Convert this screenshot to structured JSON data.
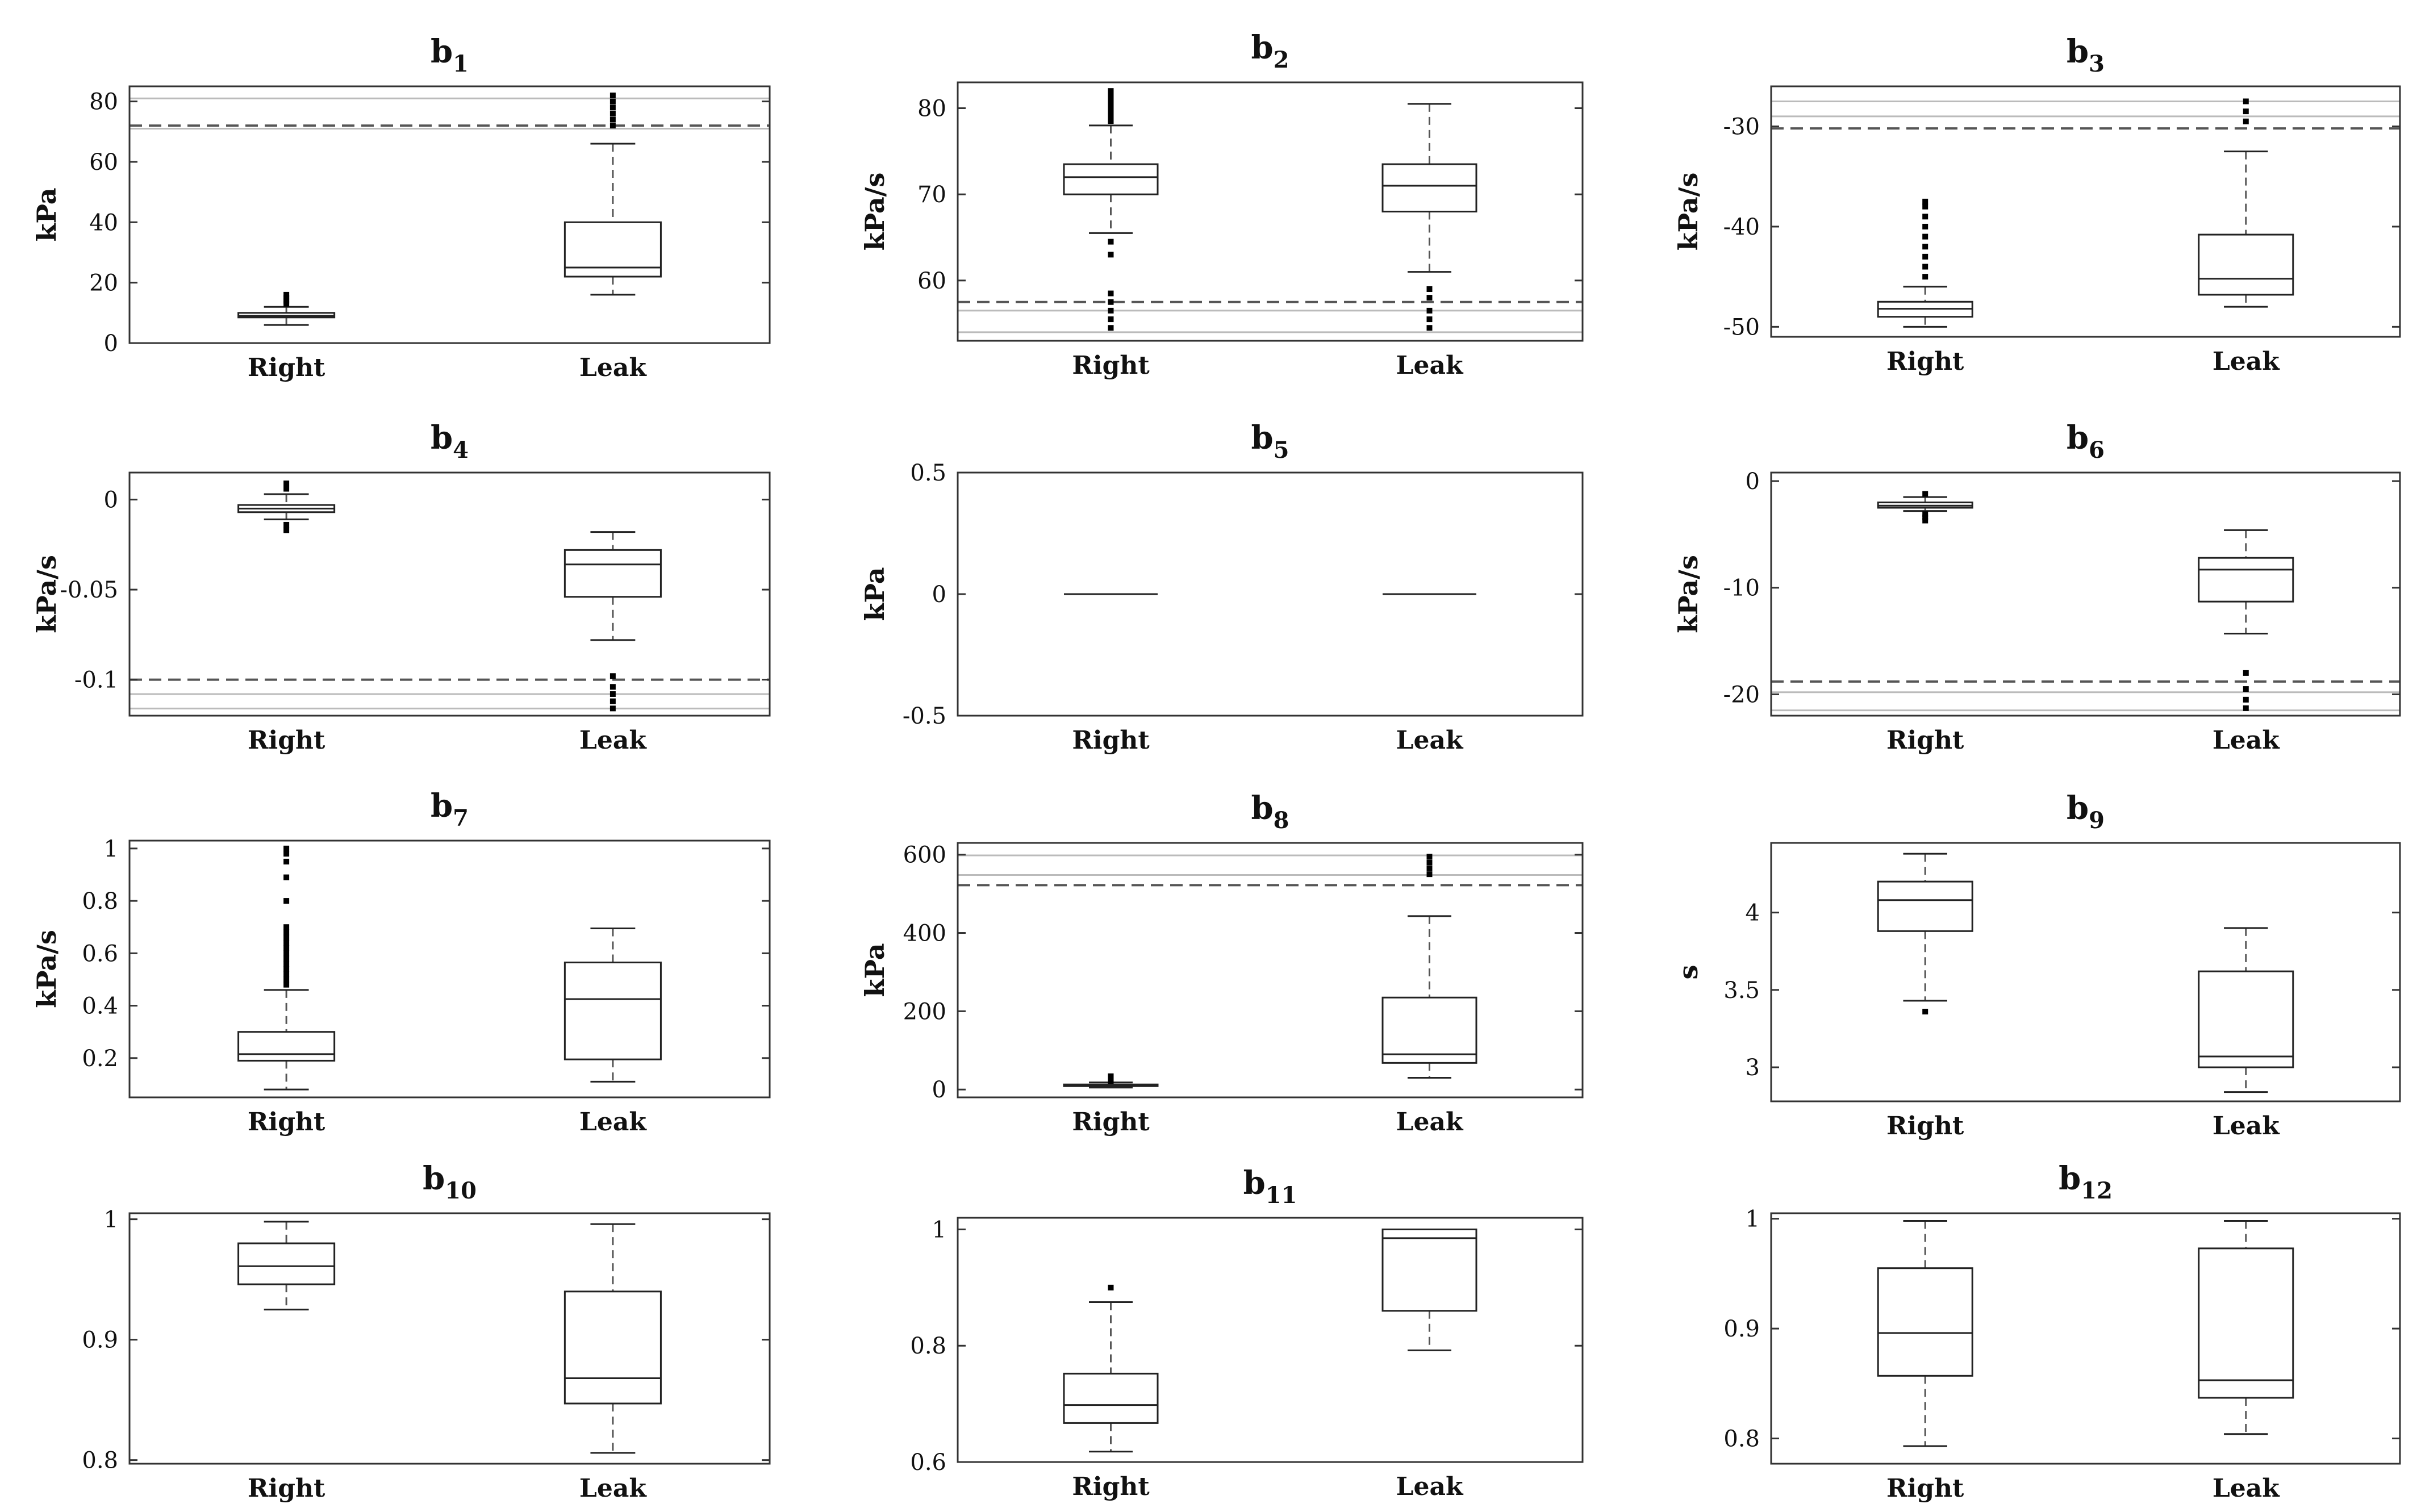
{
  "colors": {
    "box": "#222222",
    "threshold": "#555555",
    "band": "#bbbbbb",
    "outlier": "#000000"
  },
  "chart_data": [
    {
      "type": "box",
      "title": "b",
      "subscript": "1",
      "ylabel": "kPa",
      "ylim": [
        0,
        85
      ],
      "yticks": [
        0,
        20,
        40,
        60,
        80
      ],
      "ytick_labels": [
        "0",
        "20",
        "40",
        "60",
        "80"
      ],
      "categories": [
        "Right",
        "Leak"
      ],
      "boxes": [
        {
          "min": 6,
          "q1": 8.5,
          "median": 9,
          "q3": 10,
          "max": 12,
          "outliers": [
            13,
            14,
            15,
            16
          ]
        },
        {
          "min": 16,
          "q1": 22,
          "median": 25,
          "q3": 40,
          "max": 66,
          "outliers": [
            72,
            74,
            76,
            78,
            80,
            82
          ]
        }
      ],
      "threshold": 72,
      "band": [
        71,
        81
      ]
    },
    {
      "type": "box",
      "title": "b",
      "subscript": "2",
      "ylabel": "kPa/s",
      "ylim": [
        53,
        83
      ],
      "yticks": [
        60,
        70,
        80
      ],
      "ytick_labels": [
        "60",
        "70",
        "80"
      ],
      "categories": [
        "Right",
        "Leak"
      ],
      "boxes": [
        {
          "min": 65.5,
          "q1": 70,
          "median": 72,
          "q3": 73.5,
          "max": 78,
          "outliers": [
            63,
            64.5,
            78.5,
            79,
            79.5,
            80,
            80.5,
            81,
            81.5,
            82,
            54.5,
            55.5,
            56.5,
            57.5,
            58.5
          ]
        },
        {
          "min": 61,
          "q1": 68,
          "median": 71,
          "q3": 73.5,
          "max": 80.5,
          "outliers": [
            54.5,
            55.5,
            56.5,
            58,
            59
          ]
        }
      ],
      "threshold": 57.5,
      "band": [
        54,
        56.5
      ]
    },
    {
      "type": "box",
      "title": "b",
      "subscript": "3",
      "ylabel": "kPa/s",
      "ylim": [
        -51,
        -26
      ],
      "yticks": [
        -50,
        -40,
        -30
      ],
      "ytick_labels": [
        "-50",
        "-40",
        "-30"
      ],
      "categories": [
        "Right",
        "Leak"
      ],
      "boxes": [
        {
          "min": -50,
          "q1": -49,
          "median": -48.2,
          "q3": -47.5,
          "max": -46,
          "outliers": [
            -45,
            -44,
            -43,
            -42,
            -41,
            -40,
            -39,
            -38,
            -37.5
          ]
        },
        {
          "min": -48,
          "q1": -46.8,
          "median": -45.2,
          "q3": -40.8,
          "max": -32.5,
          "outliers": [
            -29.5,
            -28.5,
            -27.5
          ]
        }
      ],
      "threshold": -30.2,
      "band": [
        -29,
        -27.5
      ]
    },
    {
      "type": "box",
      "title": "b",
      "subscript": "4",
      "ylabel": "kPa/s",
      "ylim": [
        -0.12,
        0.015
      ],
      "yticks": [
        -0.1,
        -0.05,
        0
      ],
      "ytick_labels": [
        "-0.1",
        "-0.05",
        "0"
      ],
      "categories": [
        "Right",
        "Leak"
      ],
      "boxes": [
        {
          "min": -0.011,
          "q1": -0.007,
          "median": -0.005,
          "q3": -0.003,
          "max": 0.003,
          "outliers": [
            0.006,
            0.009,
            -0.014,
            -0.017
          ]
        },
        {
          "min": -0.078,
          "q1": -0.054,
          "median": -0.036,
          "q3": -0.028,
          "max": -0.018,
          "outliers": [
            -0.098,
            -0.104,
            -0.108,
            -0.112,
            -0.116
          ]
        }
      ],
      "threshold": -0.1,
      "band": [
        -0.116,
        -0.108
      ]
    },
    {
      "type": "box",
      "title": "b",
      "subscript": "5",
      "ylabel": "kPa",
      "ylim": [
        -0.5,
        0.5
      ],
      "yticks": [
        -0.5,
        0,
        0.5
      ],
      "ytick_labels": [
        "-0.5",
        "0",
        "0.5"
      ],
      "categories": [
        "Right",
        "Leak"
      ],
      "boxes": [
        {
          "min": 0,
          "q1": 0,
          "median": 0,
          "q3": 0,
          "max": 0,
          "outliers": []
        },
        {
          "min": 0,
          "q1": 0,
          "median": 0,
          "q3": 0,
          "max": 0,
          "outliers": []
        }
      ],
      "threshold": null,
      "band": null
    },
    {
      "type": "box",
      "title": "b",
      "subscript": "6",
      "ylabel": "kPa/s",
      "ylim": [
        -22,
        0.8
      ],
      "yticks": [
        -20,
        -10,
        0
      ],
      "ytick_labels": [
        "-20",
        "-10",
        "0"
      ],
      "categories": [
        "Right",
        "Leak"
      ],
      "boxes": [
        {
          "min": -2.8,
          "q1": -2.5,
          "median": -2.3,
          "q3": -2.0,
          "max": -1.5,
          "outliers": [
            -3.1,
            -3.4,
            -3.7,
            -1.2
          ]
        },
        {
          "min": -14.3,
          "q1": -11.3,
          "median": -8.3,
          "q3": -7.2,
          "max": -4.6,
          "outliers": [
            -18,
            -19.5,
            -20.5,
            -21.3
          ]
        }
      ],
      "threshold": -18.8,
      "band": [
        -21.5,
        -19.8
      ]
    },
    {
      "type": "box",
      "title": "b",
      "subscript": "7",
      "ylabel": "kPa/s",
      "ylim": [
        0.05,
        1.03
      ],
      "yticks": [
        0.2,
        0.4,
        0.6,
        0.8,
        1
      ],
      "ytick_labels": [
        "0.2",
        "0.4",
        "0.6",
        "0.8",
        "1"
      ],
      "categories": [
        "Right",
        "Leak"
      ],
      "boxes": [
        {
          "min": 0.08,
          "q1": 0.19,
          "median": 0.215,
          "q3": 0.3,
          "max": 0.46,
          "outliers": [
            0.48,
            0.5,
            0.52,
            0.54,
            0.56,
            0.58,
            0.6,
            0.62,
            0.64,
            0.66,
            0.68,
            0.7,
            0.8,
            0.89,
            0.95,
            0.98,
            1.0
          ]
        },
        {
          "min": 0.11,
          "q1": 0.195,
          "median": 0.425,
          "q3": 0.565,
          "max": 0.695,
          "outliers": []
        }
      ],
      "threshold": null,
      "band": null
    },
    {
      "type": "box",
      "title": "b",
      "subscript": "8",
      "ylabel": "kPa",
      "ylim": [
        -20,
        630
      ],
      "yticks": [
        0,
        200,
        400,
        600
      ],
      "ytick_labels": [
        "0",
        "200",
        "400",
        "600"
      ],
      "categories": [
        "Right",
        "Leak"
      ],
      "boxes": [
        {
          "min": 5,
          "q1": 9,
          "median": 11,
          "q3": 13,
          "max": 18,
          "outliers": [
            22,
            28,
            34
          ]
        },
        {
          "min": 30,
          "q1": 68,
          "median": 90,
          "q3": 235,
          "max": 443,
          "outliers": [
            550,
            565,
            580,
            595
          ]
        }
      ],
      "threshold": 522,
      "band": [
        548,
        598
      ]
    },
    {
      "type": "box",
      "title": "b",
      "subscript": "9",
      "ylabel": "s",
      "ylim": [
        2.78,
        4.45
      ],
      "yticks": [
        3,
        3.5,
        4
      ],
      "ytick_labels": [
        "3",
        "3.5",
        "4"
      ],
      "categories": [
        "Right",
        "Leak"
      ],
      "boxes": [
        {
          "min": 3.43,
          "q1": 3.88,
          "median": 4.08,
          "q3": 4.2,
          "max": 4.38,
          "outliers": [
            3.36
          ]
        },
        {
          "min": 2.84,
          "q1": 3.0,
          "median": 3.07,
          "q3": 3.62,
          "max": 3.9,
          "outliers": []
        }
      ],
      "threshold": null,
      "band": null
    },
    {
      "type": "box",
      "title": "b",
      "subscript": "10",
      "ylabel": "",
      "ylim": [
        0.797,
        1.005
      ],
      "yticks": [
        0.8,
        0.9,
        1
      ],
      "ytick_labels": [
        "0.8",
        "0.9",
        "1"
      ],
      "categories": [
        "Right",
        "Leak"
      ],
      "boxes": [
        {
          "min": 0.925,
          "q1": 0.946,
          "median": 0.961,
          "q3": 0.98,
          "max": 0.998,
          "outliers": []
        },
        {
          "min": 0.806,
          "q1": 0.847,
          "median": 0.868,
          "q3": 0.94,
          "max": 0.996,
          "outliers": []
        }
      ],
      "threshold": null,
      "band": null
    },
    {
      "type": "box",
      "title": "b",
      "subscript": "11",
      "ylabel": "",
      "ylim": [
        0.6,
        1.02
      ],
      "yticks": [
        0.6,
        0.8,
        1
      ],
      "ytick_labels": [
        "0.6",
        "0.8",
        "1"
      ],
      "categories": [
        "Right",
        "Leak"
      ],
      "boxes": [
        {
          "min": 0.618,
          "q1": 0.667,
          "median": 0.698,
          "q3": 0.752,
          "max": 0.875,
          "outliers": [
            0.9
          ]
        },
        {
          "min": 0.792,
          "q1": 0.86,
          "median": 0.985,
          "q3": 1.0,
          "max": 1.0,
          "outliers": []
        }
      ],
      "threshold": null,
      "band": null
    },
    {
      "type": "box",
      "title": "b",
      "subscript": "12",
      "ylabel": "",
      "ylim": [
        0.777,
        1.005
      ],
      "yticks": [
        0.8,
        0.9,
        1
      ],
      "ytick_labels": [
        "0.8",
        "0.9",
        "1"
      ],
      "categories": [
        "Right",
        "Leak"
      ],
      "boxes": [
        {
          "min": 0.793,
          "q1": 0.857,
          "median": 0.896,
          "q3": 0.955,
          "max": 0.998,
          "outliers": []
        },
        {
          "min": 0.804,
          "q1": 0.837,
          "median": 0.853,
          "q3": 0.973,
          "max": 0.998,
          "outliers": []
        }
      ],
      "threshold": null,
      "band": null
    }
  ]
}
